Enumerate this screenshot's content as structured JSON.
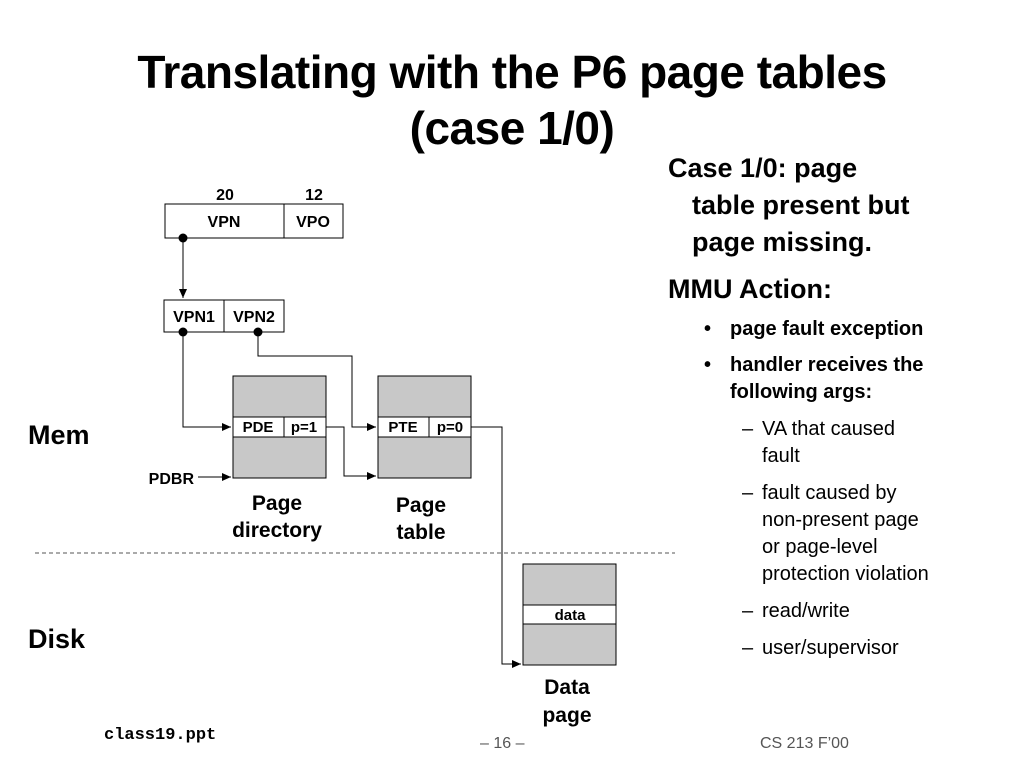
{
  "slide": {
    "title_line1": "Translating with the P6 page tables",
    "title_line2": "(case 1/0)"
  },
  "diagram": {
    "vpn_bits": "20",
    "vpo_bits": "12",
    "vpn": "VPN",
    "vpo": "VPO",
    "vpn1": "VPN1",
    "vpn2": "VPN2",
    "pde": "PDE",
    "pde_p": "p=1",
    "pte": "PTE",
    "pte_p": "p=0",
    "data": "data",
    "pdbr": "PDBR",
    "mem": "Mem",
    "disk": "Disk",
    "page_directory_1": "Page",
    "page_directory_2": "directory",
    "page_table_1": "Page",
    "page_table_2": "table",
    "data_page_1": "Data",
    "data_page_2": "page"
  },
  "right": {
    "case_line1": "Case 1/0: page",
    "case_line2": "table present but",
    "case_line3": "page missing.",
    "mmu": "MMU Action:",
    "bullet1": "page fault exception",
    "bullet2_line1": "handler receives the",
    "bullet2_line2": "following args:",
    "sub1_line1": "VA that caused",
    "sub1_line2": "fault",
    "sub2_line1": "fault caused by",
    "sub2_line2": "non-present page",
    "sub2_line3": "or page-level",
    "sub2_line4": "protection violation",
    "sub3": "read/write",
    "sub4": "user/supervisor",
    "bullet_glyph": "•",
    "dash_glyph": "–"
  },
  "footer": {
    "file": "class19.ppt",
    "page": "– 16 –",
    "course": "CS 213 F’00"
  }
}
